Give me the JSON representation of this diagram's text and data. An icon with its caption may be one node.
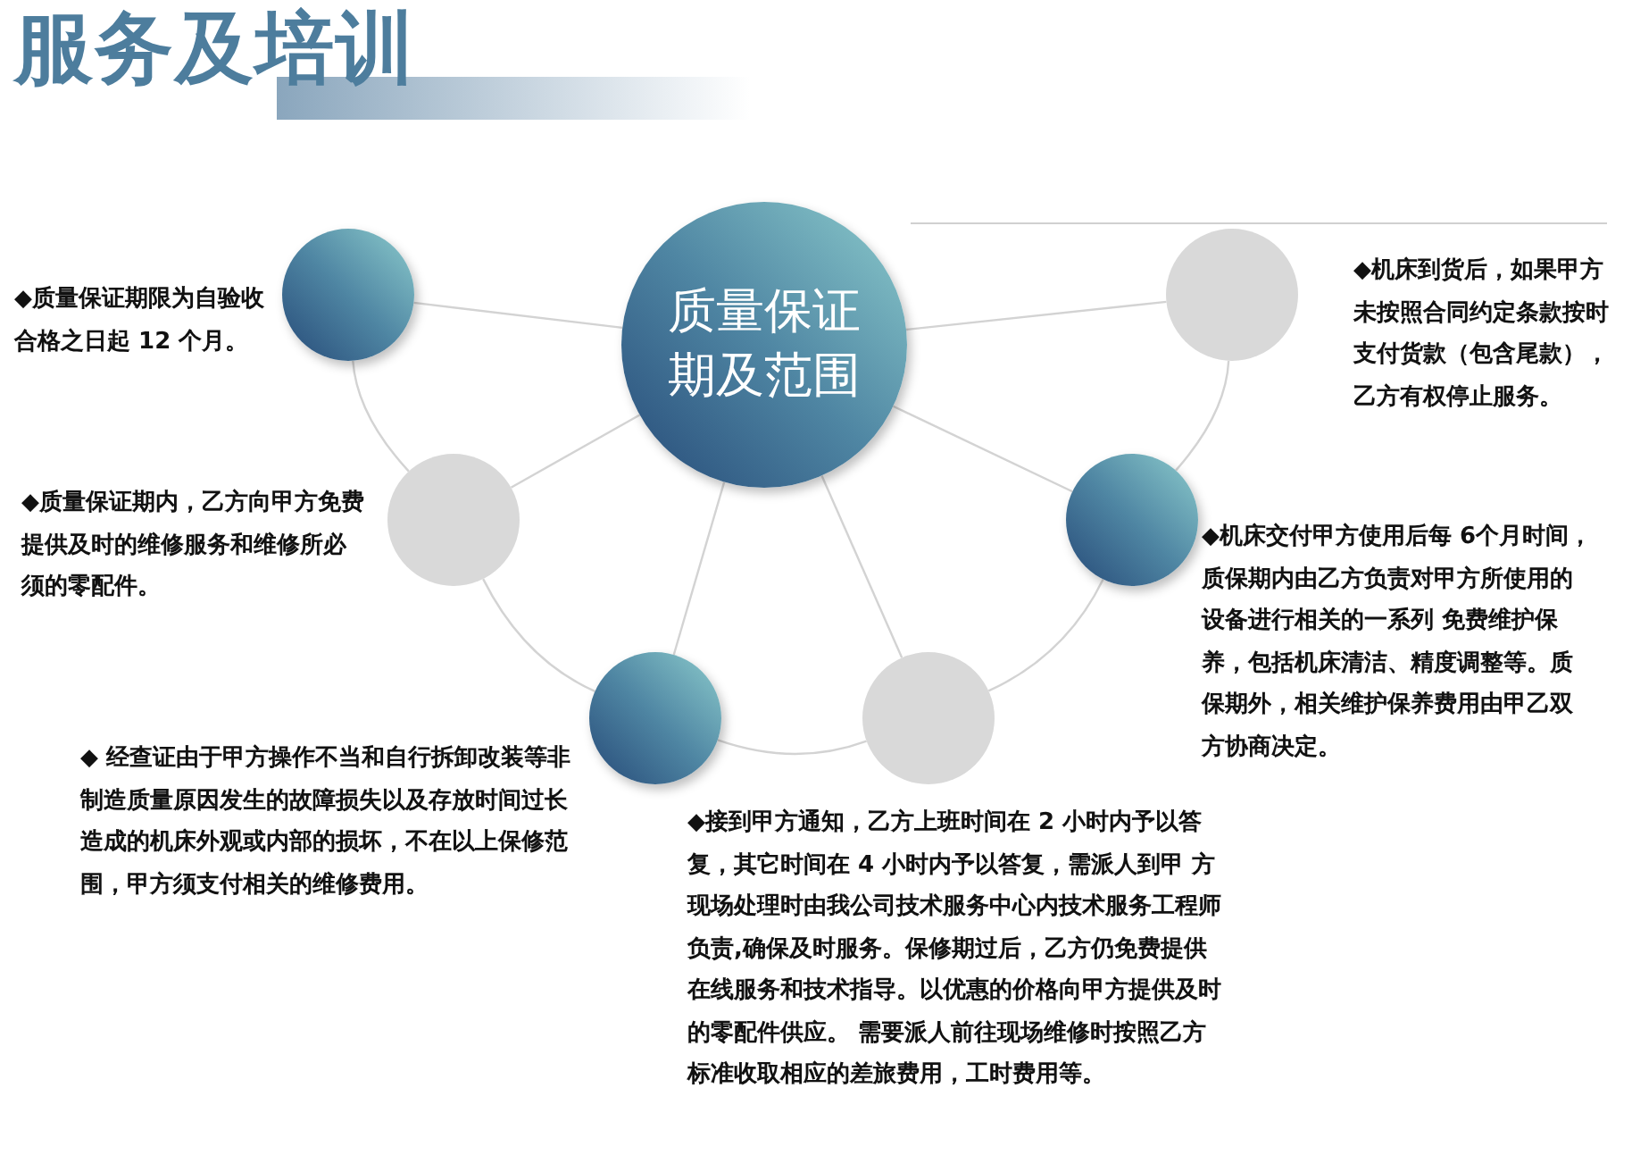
{
  "diagram": {
    "title": "服务及培训",
    "nodes": [
      {
        "text": [
          "质量保证期及范围"
        ]
      },
      {
        "text": [],
        "shape": "circle",
        "beside": [
          "◆质量保证期限为自验收合格之日起 12 个月。"
        ]
      },
      {
        "text": [],
        "shape": "circle",
        "beside": [
          "◆机床到货后，如果甲方未按照合同约定条款按时支付货款（包含尾款），乙方有权停止服务。"
        ]
      },
      {
        "text": [],
        "shape": "circle",
        "beside": [
          "◆质量保证期内，乙方向甲方免费提供及时的维修服务和维修所必须的零配件。"
        ]
      },
      {
        "text": [],
        "shape": "circle",
        "beside": [
          "◆机床交付甲方使用后每 6个月时间，质保期内由乙方负责对甲方所使用的设备进行相关的一系列 免费维护保养，包括机床清洁、精度调整等。质保期外，相关维护保养费用由甲乙双方协商决定。"
        ]
      },
      {
        "text": [],
        "shape": "circle",
        "beside": [
          "◆ 经查证由于甲方操作不当和自行拆卸改装等非制造质量原因发生的故障损失以及存放时间过长造成的机床外观或内部的损坏，不在以上保修范围，甲方须支付相关的维修费用。"
        ]
      },
      {
        "text": [],
        "shape": "circle",
        "beside": [
          "◆接到甲方通知，乙方上班时间在 2 小时内予以答复，其它时间在 4 小时内予以答复，需派人到甲 方现场处理时由我公司技术服务中心内技术服务工程师负责,确保及时服务。保修期过后，乙方仍免费提供在线服务和技术指导。以优惠的价格向甲方提供及时的零配件供应。 需要派人前往现场维修时按照乙方标准收取相应的差旅费用，工时费用等。"
        ]
      }
    ],
    "edges": [
      {
        "from": 0,
        "to": 1,
        "arrow": "none"
      },
      {
        "from": 0,
        "to": 2,
        "arrow": "none"
      },
      {
        "from": 0,
        "to": 3,
        "arrow": "none"
      },
      {
        "from": 0,
        "to": 4,
        "arrow": "none"
      },
      {
        "from": 0,
        "to": 5,
        "arrow": "none"
      },
      {
        "from": 0,
        "to": 6,
        "arrow": "none"
      },
      {
        "from": 1,
        "to": 3,
        "arrow": "none"
      },
      {
        "from": 3,
        "to": 5,
        "arrow": "none"
      },
      {
        "from": 5,
        "to": 6,
        "arrow": "none"
      },
      {
        "from": 6,
        "to": 4,
        "arrow": "none"
      },
      {
        "from": 4,
        "to": 2,
        "arrow": "none"
      }
    ]
  }
}
